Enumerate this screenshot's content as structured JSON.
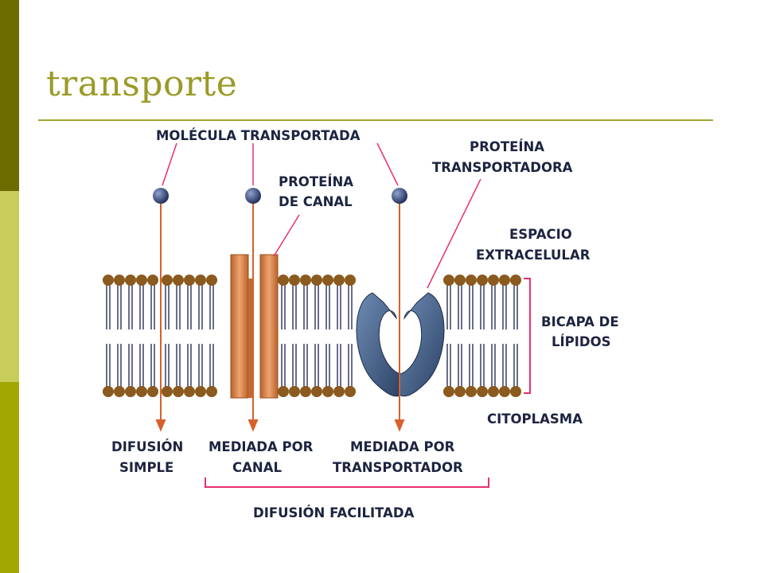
{
  "slide": {
    "title": "transporte"
  },
  "diagram": {
    "labels": {
      "molecule": "MOLÉCULA TRANSPORTADA",
      "channel_protein_1": "PROTEÍNA",
      "channel_protein_2": "DE CANAL",
      "carrier_protein_1": "PROTEÍNA",
      "carrier_protein_2": "TRANSPORTADORA",
      "extracellular_1": "ESPACIO",
      "extracellular_2": "EXTRACELULAR",
      "bilayer_1": "BICAPA DE",
      "bilayer_2": "LÍPIDOS",
      "cytoplasm": "CITOPLASMA",
      "simple_1": "DIFUSIÓN",
      "simple_2": "SIMPLE",
      "channel_1": "MEDIADA POR",
      "channel_2": "CANAL",
      "carrier_1": "MEDIADA POR",
      "carrier_2": "TRANSPORTADOR",
      "facilitated": "DIFUSIÓN FACILITADA"
    },
    "colors": {
      "text": "#1c2440",
      "pointer_lines": "#e8306a",
      "lipid_head": "#8a5a1e",
      "lipid_tail": "#1a1f4a",
      "channel_protein": "#d9834a",
      "carrier_protein": "#3e5a80",
      "molecule": "#2a3a66"
    }
  }
}
